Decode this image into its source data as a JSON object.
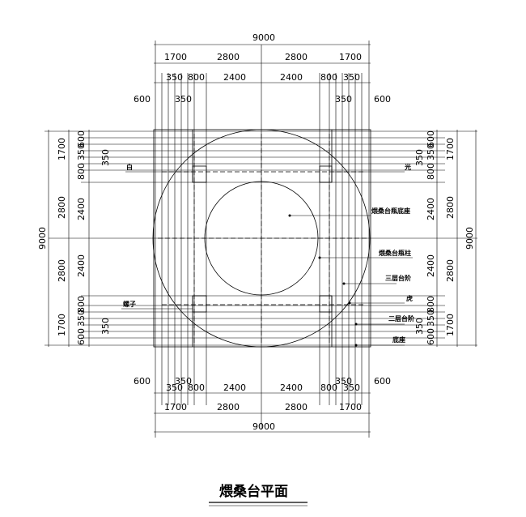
{
  "title": "煨桑台平面",
  "dimensions": {
    "overall": "9000",
    "side": "1700",
    "mid": "2800",
    "inner": "2400",
    "d350": "350",
    "d800": "800",
    "d600": "600"
  },
  "labels": {
    "bai": "白",
    "guang": "光",
    "luosi": "螺子",
    "base_top": "煨桑台瓶底座",
    "pillar": "煨桑台瓶柱",
    "step3": "三层台阶",
    "lotus": "虎",
    "step2": "二层台阶",
    "plinth": "底座"
  }
}
